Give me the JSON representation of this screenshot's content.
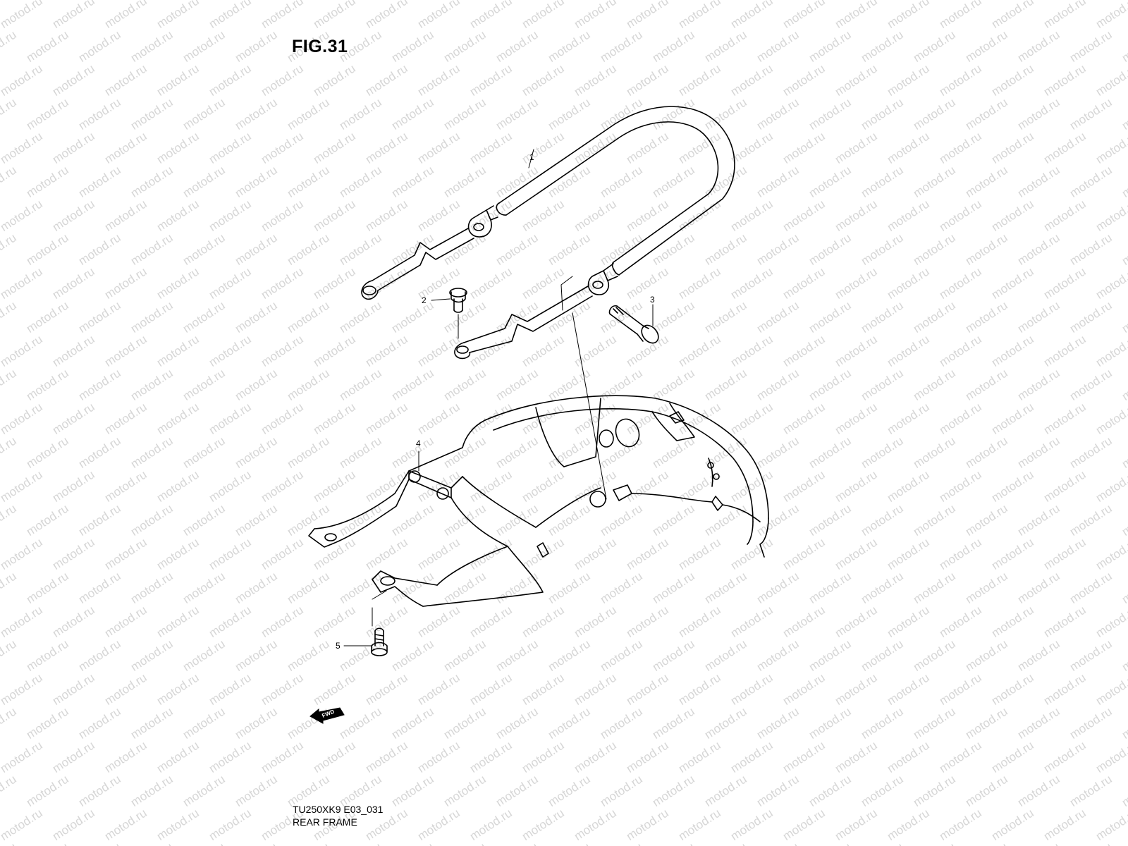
{
  "figure": {
    "title": "FIG.31"
  },
  "watermark": {
    "text": "motod.ru"
  },
  "callouts": [
    {
      "number": "1",
      "part": "rear-frame-tube"
    },
    {
      "number": "2",
      "part": "bolt-flanged"
    },
    {
      "number": "3",
      "part": "bolt-socket"
    },
    {
      "number": "4",
      "part": "rear-fender-frame"
    },
    {
      "number": "5",
      "part": "bolt-lower"
    }
  ],
  "direction_marker": {
    "text": "FWD"
  },
  "footer": {
    "model_code": "TU250XK9 E03_031",
    "section_title": "REAR FRAME"
  }
}
